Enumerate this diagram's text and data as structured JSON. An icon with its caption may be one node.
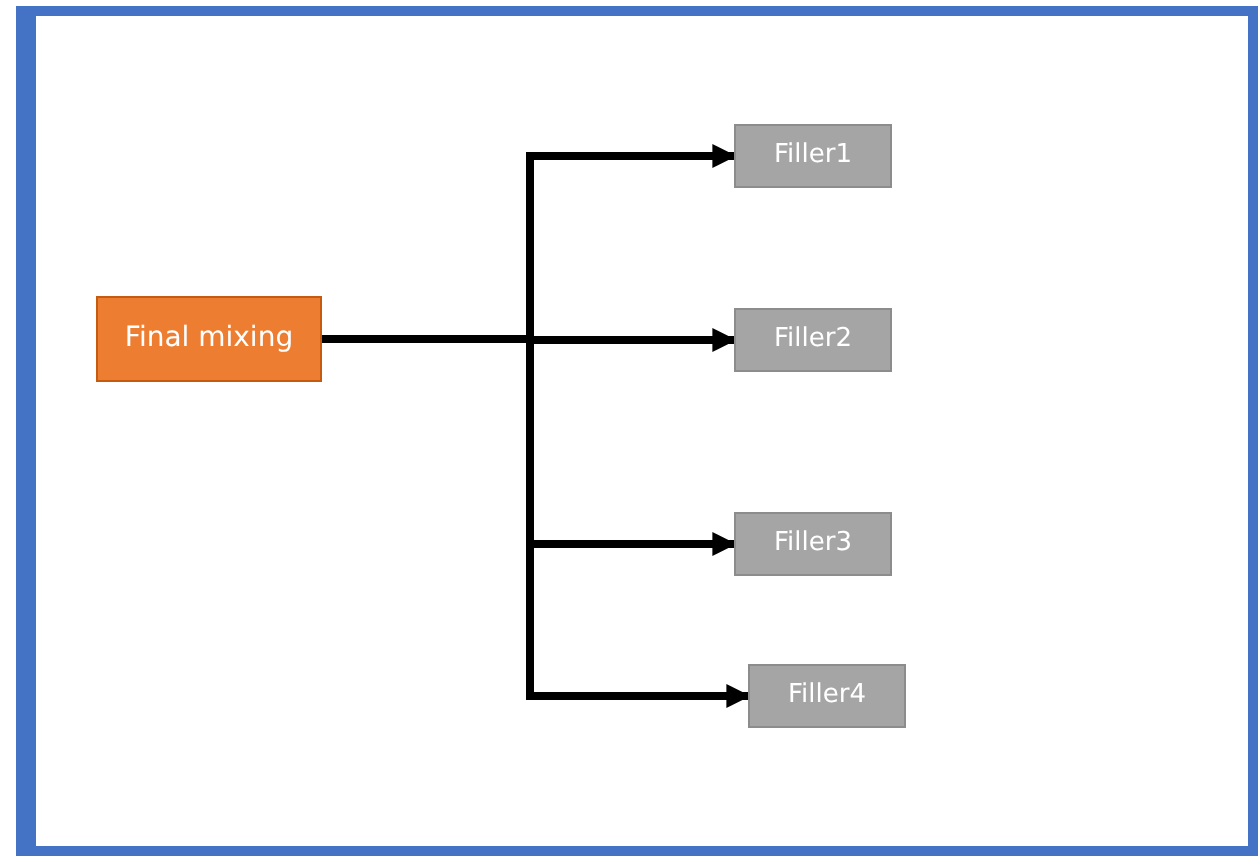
{
  "diagram": {
    "nodes": [
      {
        "text": [
          "Final mixing"
        ]
      },
      {
        "text": [
          "Filler1"
        ]
      },
      {
        "text": [
          "Filler2"
        ]
      },
      {
        "text": [
          "Filler3"
        ]
      },
      {
        "text": [
          "Filler4"
        ]
      }
    ],
    "edges": [
      {
        "from": 0,
        "to": 1,
        "arrow": "to"
      },
      {
        "from": 0,
        "to": 2,
        "arrow": "to"
      },
      {
        "from": 0,
        "to": 3,
        "arrow": "to"
      },
      {
        "from": 0,
        "to": 4,
        "arrow": "to"
      }
    ]
  }
}
